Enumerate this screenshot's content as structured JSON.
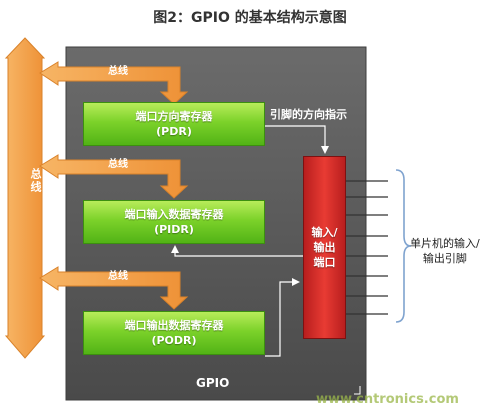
{
  "title": "图2：GPIO 的基本结构示意图",
  "bus_main": "总线",
  "bus_branches": [
    "总线",
    "总线",
    "总线"
  ],
  "registers": {
    "pdr": {
      "name": "端口方向寄存器",
      "abbr": "(PDR)"
    },
    "pidr": {
      "name": "端口输入数据寄存器",
      "abbr": "(PIDR)"
    },
    "podr": {
      "name": "端口输出数据寄存器",
      "abbr": "(PODR)"
    }
  },
  "io_port": {
    "line1": "输入/",
    "line2": "输出",
    "line3": "端口"
  },
  "direction_label": "引脚的方向指示",
  "gpio_label": "GPIO",
  "mcu_pins": {
    "line1": "单片机的输入/",
    "line2": "输出引脚"
  },
  "watermark": "www.cntronics.com",
  "colors": {
    "bus": "#f5a34a",
    "gpio_box": "#5c5c5c",
    "register": "#7cd22a",
    "io_port": "#d9302a",
    "bracket": "#7fa3cf"
  }
}
